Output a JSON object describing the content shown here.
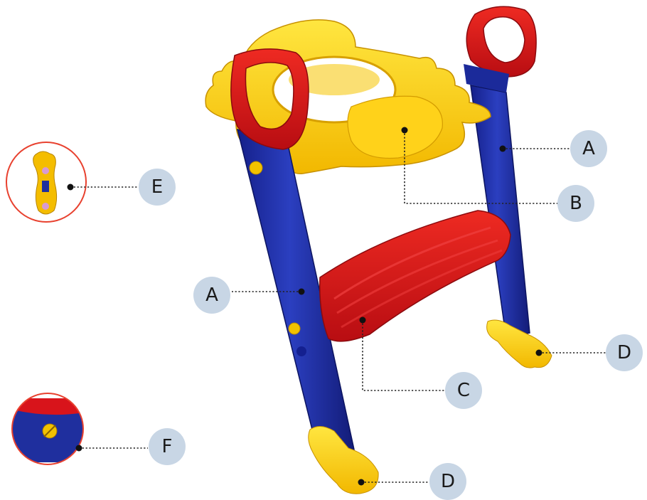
{
  "labels": {
    "a_top": "A",
    "b": "B",
    "a_left": "A",
    "c": "C",
    "d_right": "D",
    "d_bottom": "D",
    "e": "E",
    "f": "F"
  },
  "colors": {
    "badge": "#c8d6e5",
    "frame_blue": "#1f2f9e",
    "seat_yellow": "#f7d000",
    "handle_red": "#d8141b",
    "inset_ring": "#e8412f"
  }
}
